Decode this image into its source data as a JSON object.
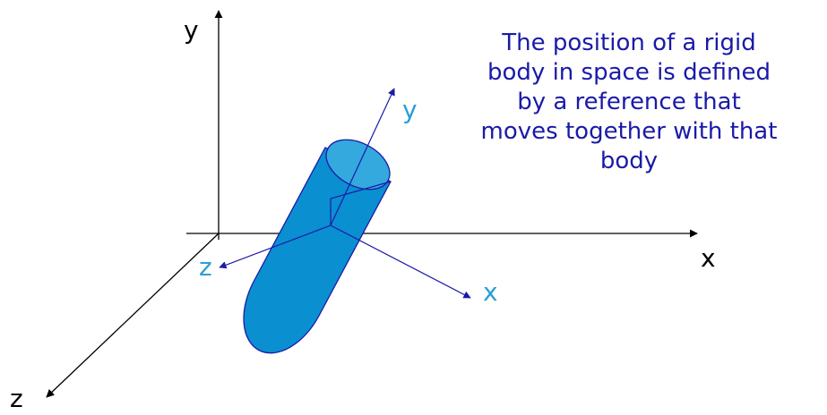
{
  "world_axes": {
    "x_label": "x",
    "y_label": "y",
    "z_label": "z",
    "color": "#000000"
  },
  "body_axes": {
    "x_label": "x",
    "y_label": "y",
    "z_label": "z",
    "line_color": "#1a1aa8",
    "label_color": "#2a9fd6"
  },
  "cylinder": {
    "fill": "#0a8fd0",
    "top_fill": "#33a9dd",
    "stroke": "#1a1aa8"
  },
  "caption": {
    "color": "#1a1aa8",
    "lines": [
      "The position of a rigid",
      "body in space is defined",
      "by a reference that",
      "moves together with that",
      "body"
    ]
  }
}
